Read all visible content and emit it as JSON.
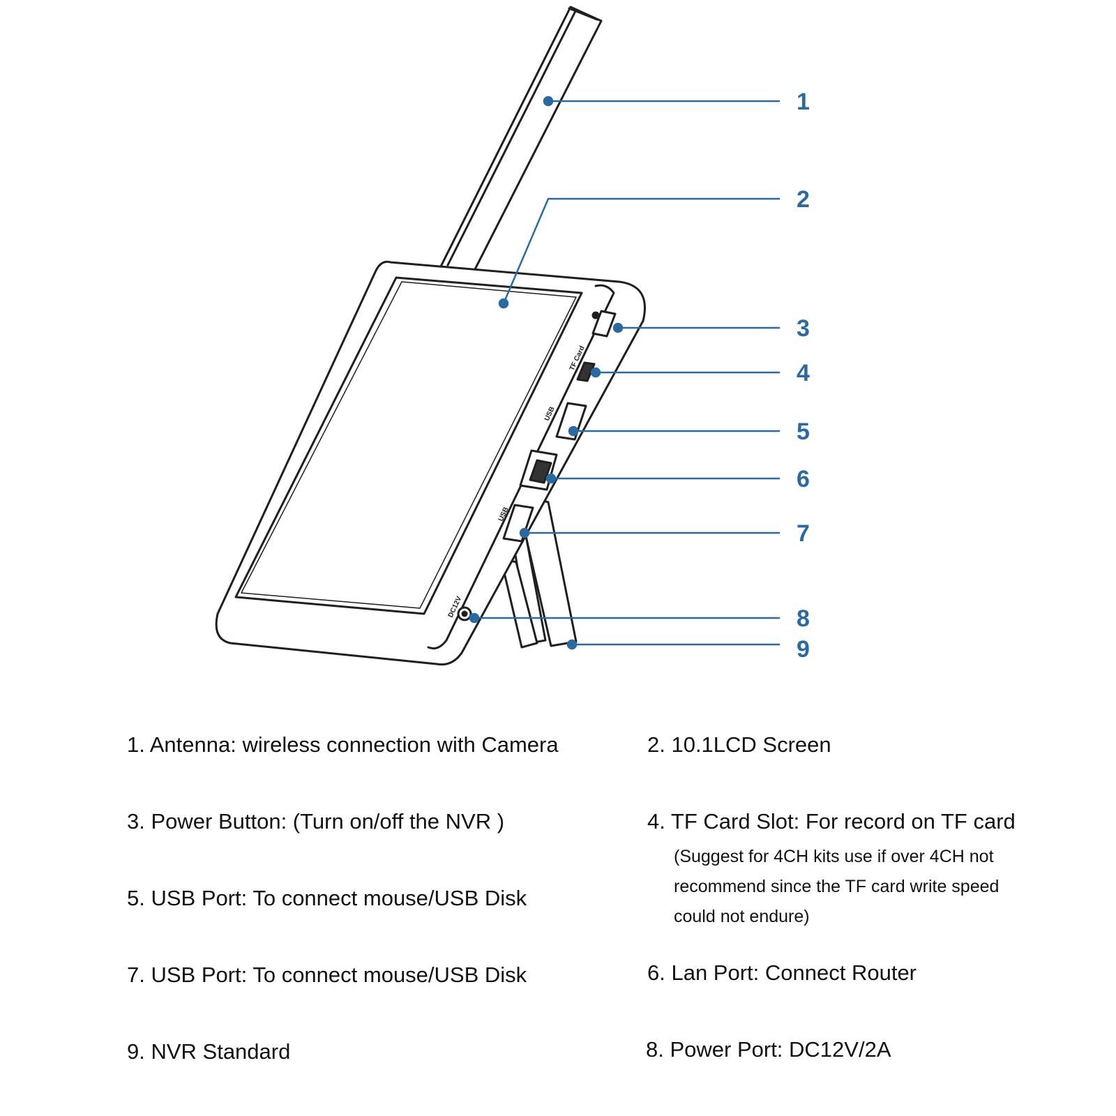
{
  "colors": {
    "accent": "#2a6aa3",
    "line": "#1f1f1f"
  },
  "device": {
    "port_labels": {
      "tf_card": "TF Card",
      "usb_top": "USB",
      "usb_bottom": "USB",
      "power": "DC12V"
    }
  },
  "callouts": [
    {
      "number": "1"
    },
    {
      "number": "2"
    },
    {
      "number": "3"
    },
    {
      "number": "4"
    },
    {
      "number": "5"
    },
    {
      "number": "6"
    },
    {
      "number": "7"
    },
    {
      "number": "8"
    },
    {
      "number": "9"
    }
  ],
  "legend": [
    {
      "text": "1.  Antenna: wireless connection with Camera"
    },
    {
      "text": "2. 10.1LCD Screen"
    },
    {
      "text": "3.  Power Button: (Turn on/off the NVR )"
    },
    {
      "text": "4. TF Card Slot: For record on TF card"
    },
    {
      "text": "5.  USB Port: To connect mouse/USB Disk"
    },
    {
      "text": "7. USB Port: To connect mouse/USB Disk"
    },
    {
      "text": "6.  Lan Port: Connect Router"
    },
    {
      "text": "9.  NVR Standard"
    },
    {
      "text": "8.  Power Port: DC12V/2A"
    }
  ],
  "tf_note": [
    {
      "text": "(Suggest for 4CH kits use if over 4CH not"
    },
    {
      "text": "recommend since the TF card write speed"
    },
    {
      "text": "could not endure)"
    }
  ]
}
